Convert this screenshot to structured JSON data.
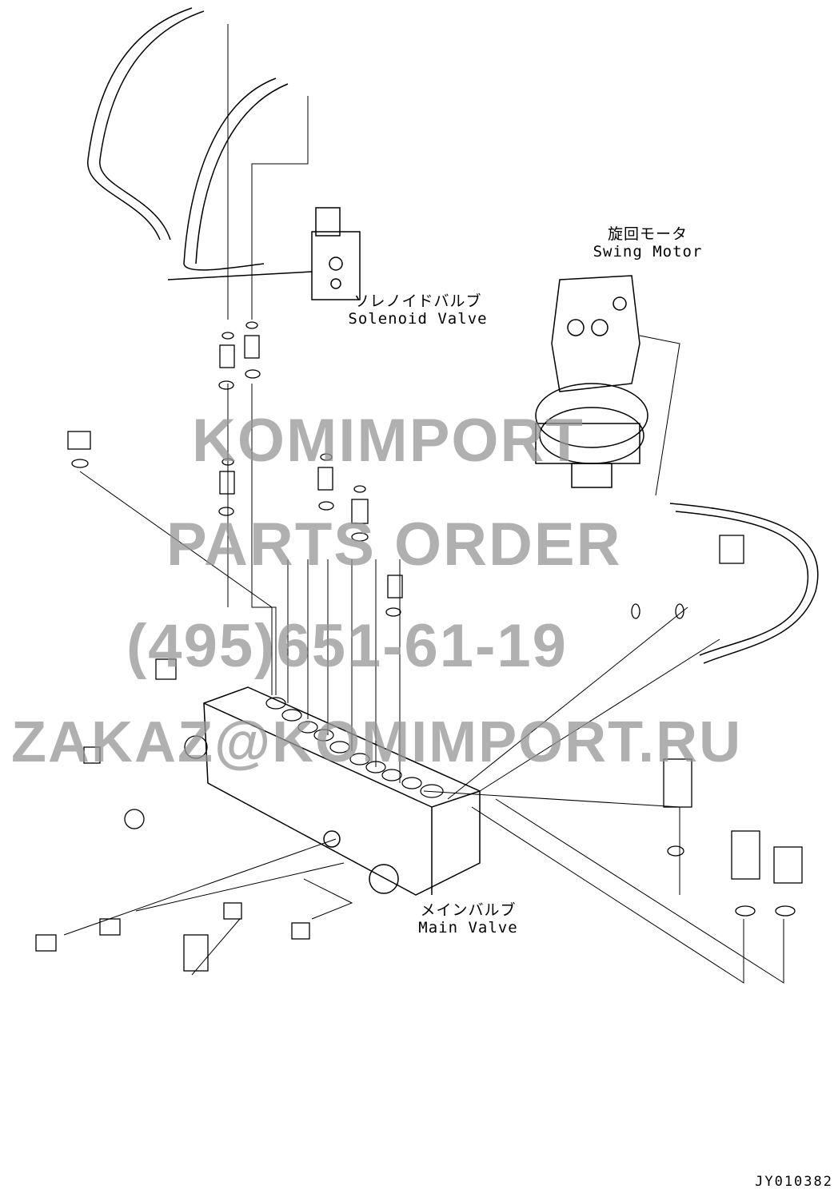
{
  "labels": {
    "swing_motor_jp": "旋回モータ",
    "swing_motor_en": "Swing Motor",
    "solenoid_valve_jp": "ソレノイドバルブ",
    "solenoid_valve_en": "Solenoid Valve",
    "main_valve_jp": "メインバルブ",
    "main_valve_en": "Main Valve"
  },
  "watermark": {
    "line1": "KOMIMPORT",
    "line2": "PARTS ORDER",
    "line3": "(495)651-61-19",
    "line4": "ZAKAZ@KOMIMPORT.RU"
  },
  "drawing_code": "JY010382"
}
